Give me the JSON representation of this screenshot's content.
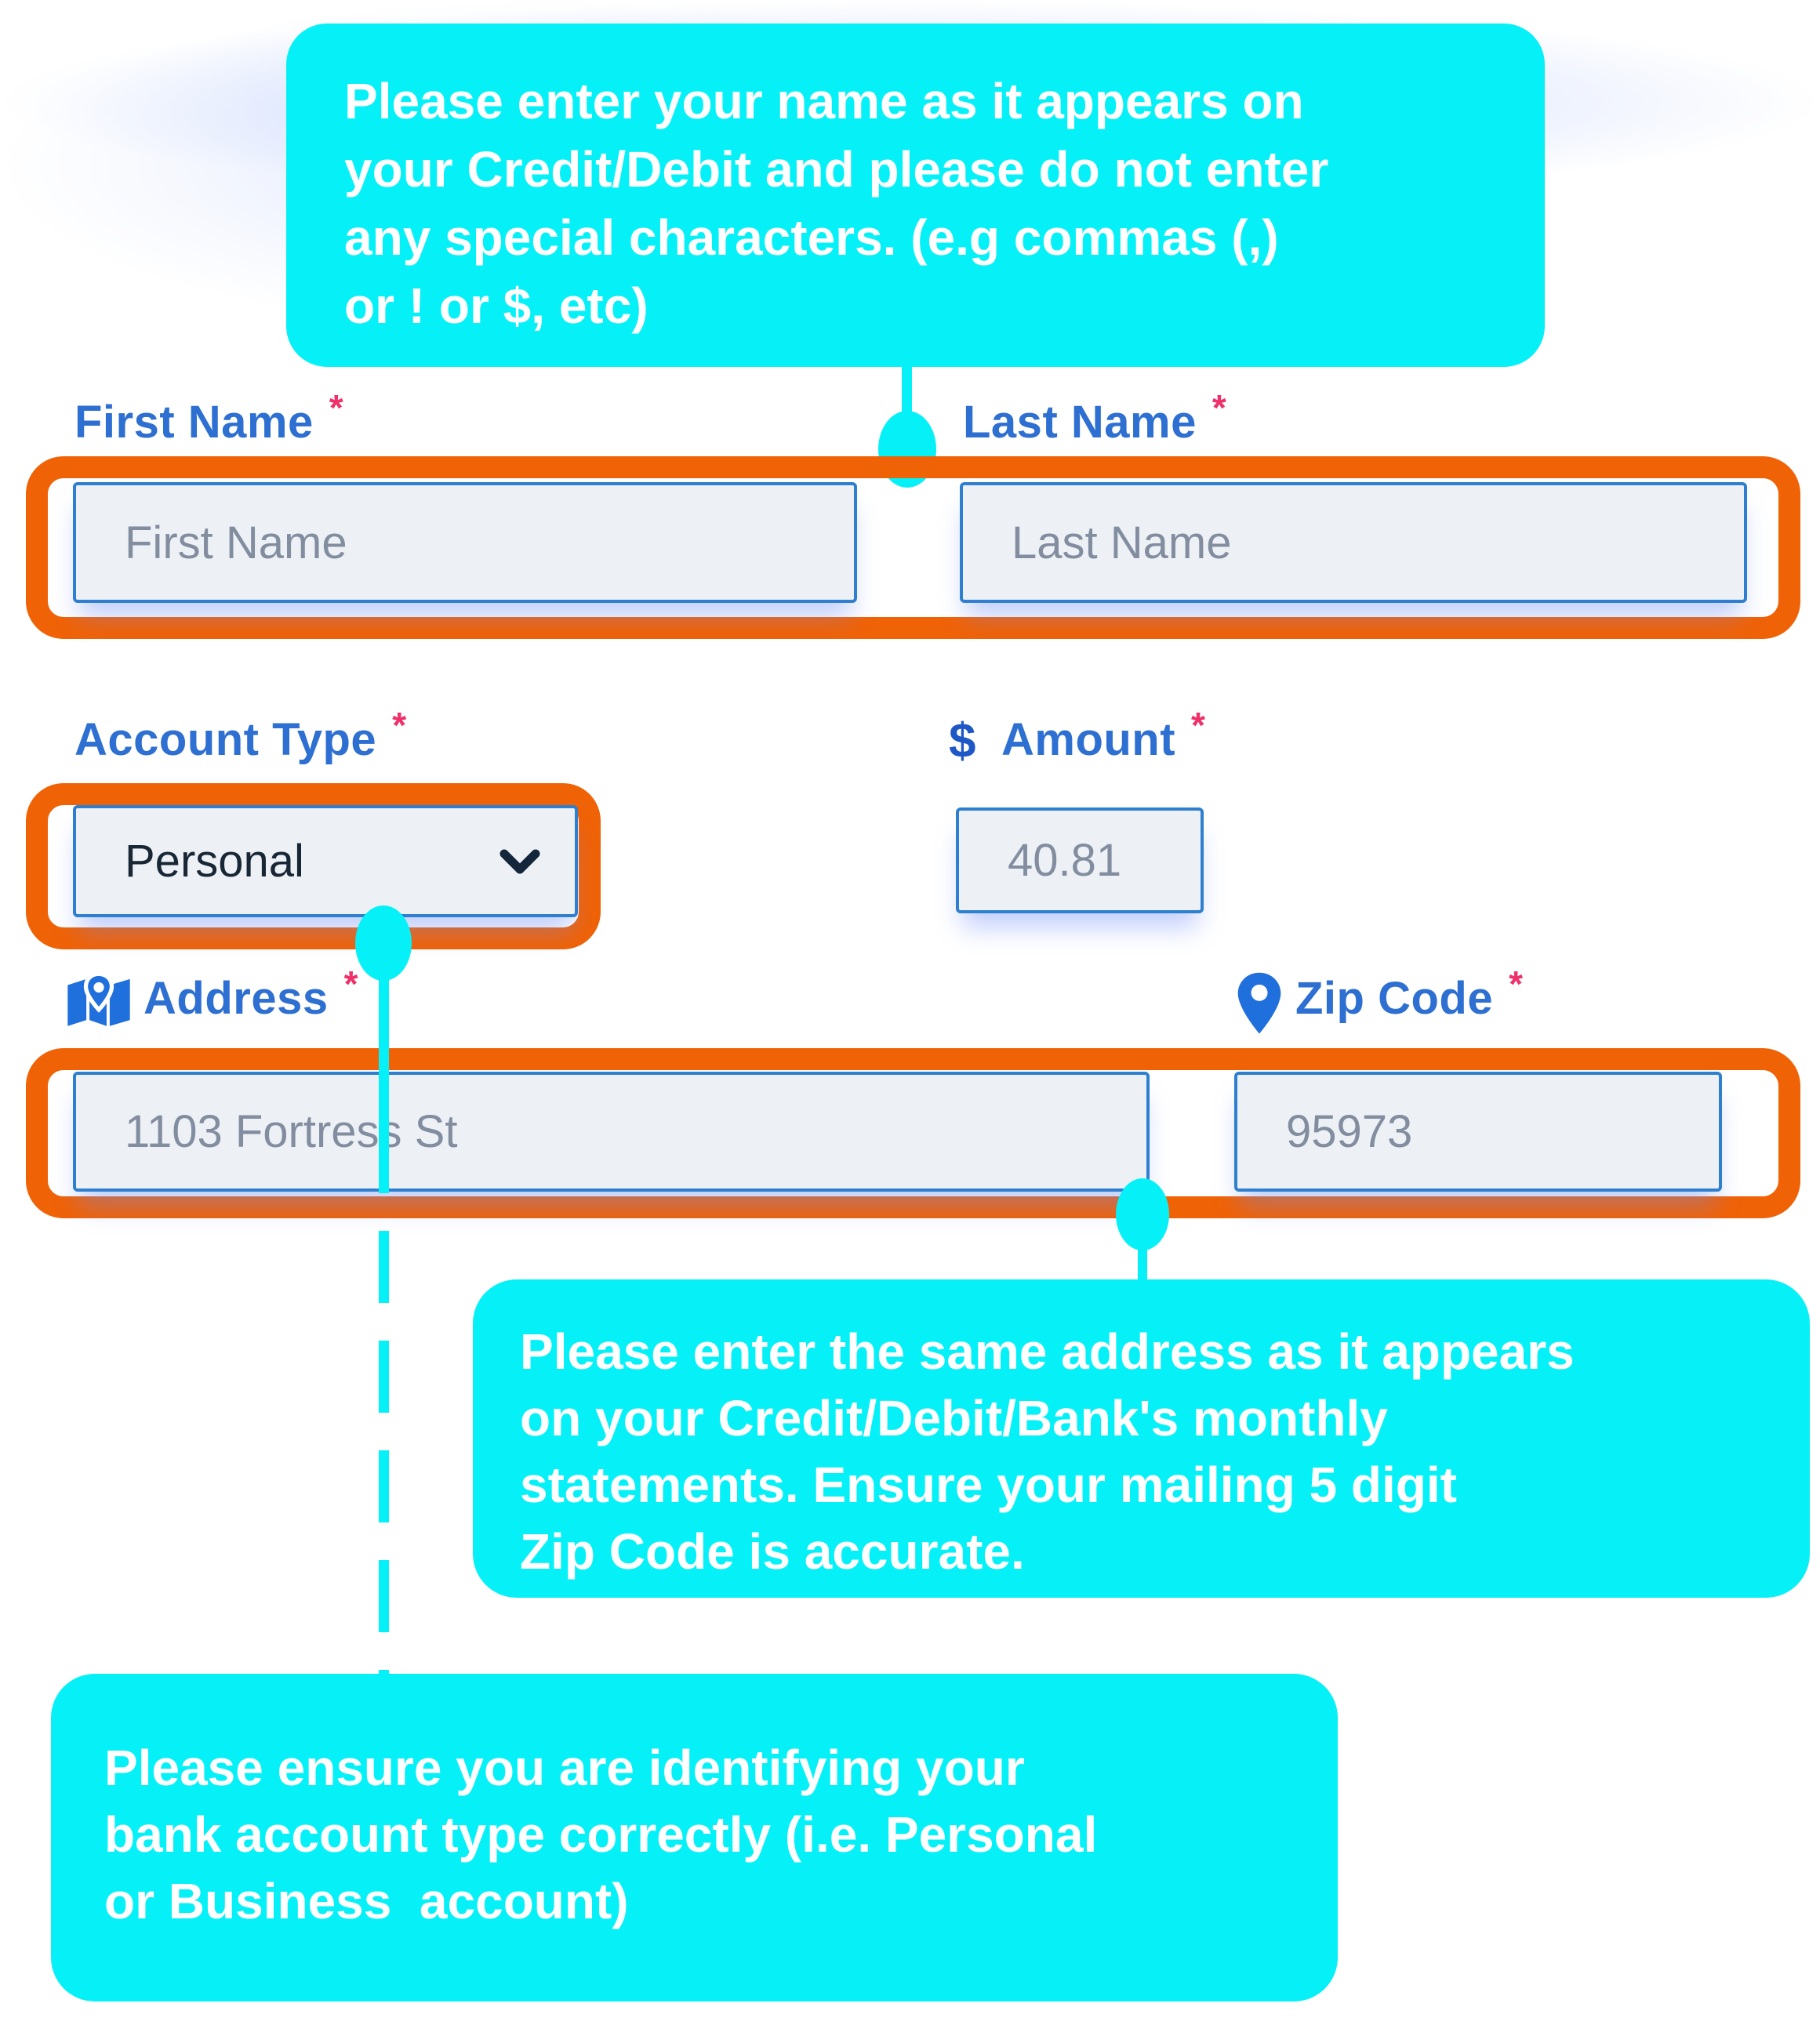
{
  "callouts": {
    "name_tip": {
      "text": "Please enter your name as it appears on\nyour Credit/Debit and please do not enter\nany special characters. (e.g commas (,)\nor ! or $, etc)"
    },
    "address_tip": {
      "text": "Please enter the same address as it appears\non your Credit/Debit/Bank's monthly\nstatements. Ensure your mailing 5 digit\nZip Code is accurate."
    },
    "account_tip": {
      "text": "Please ensure you are identifying your\nbank account type correctly (i.e. Personal\nor Business  account)"
    }
  },
  "form": {
    "first_name": {
      "label": "First Name",
      "required_marker": "*",
      "placeholder": "First Name"
    },
    "last_name": {
      "label": "Last Name",
      "required_marker": "*",
      "placeholder": "Last Name"
    },
    "account_type": {
      "label": "Account Type",
      "required_marker": "*",
      "selected_value": "Personal"
    },
    "amount": {
      "label": "Amount",
      "currency_symbol": "$",
      "required_marker": "*",
      "value": "40.81"
    },
    "address": {
      "label": "Address",
      "required_marker": "*",
      "value": "1103 Fortress St"
    },
    "zip_code": {
      "label": "Zip Code",
      "required_marker": "*",
      "value": "95973"
    }
  },
  "icons": {
    "map_icon": "folded-map-with-marker",
    "pin_icon": "location-marker",
    "chevron_icon": "chevron-down"
  },
  "colors": {
    "callout_cyan": "#06f1f7",
    "highlight_orange": "#f06206",
    "label_blue": "#2e6fd2",
    "dollar_blue": "#1e57c6",
    "required_asterisk": "#f0306a",
    "input_background": "#edf1f5",
    "input_border_blue": "#2e7fd0",
    "input_text_gray": "#828da0",
    "select_text_dark": "#182635"
  }
}
